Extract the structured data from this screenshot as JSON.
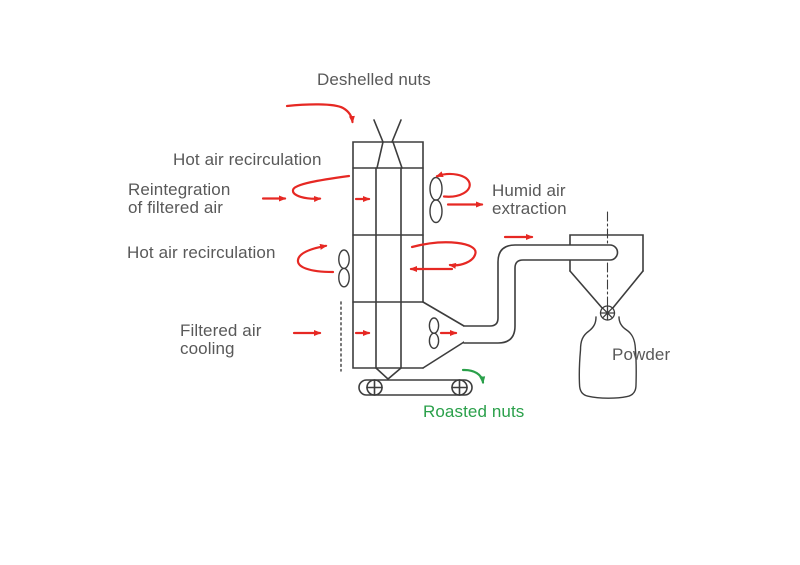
{
  "diagram": {
    "labels": {
      "feed": "Deshelled nuts",
      "hot_air_recirculation_upper": "Hot air recirculation",
      "reintegration": "Reintegration\nof filtered air",
      "hot_air_recirculation_lower": "Hot air recirculation",
      "humid_air_extraction": "Humid air\nextraction",
      "filtered_air_cooling": "Filtered air\ncooling",
      "powder": "Powder",
      "roasted_nuts": "Roasted nuts"
    },
    "colors": {
      "flow_arrow_red": "#e62823",
      "product_green": "#2aa04a",
      "label_gray": "#595959",
      "line_dark": "#3d3d3d",
      "background": "#ffffff"
    },
    "icons": {
      "fan": "axial-fan figure-eight blade symbol",
      "roller": "circle with plus cross (conveyor roller)",
      "rotary_valve": "circle with radial spokes",
      "filter": "vertical dotted line",
      "arrowhead": "filled triangle"
    }
  }
}
